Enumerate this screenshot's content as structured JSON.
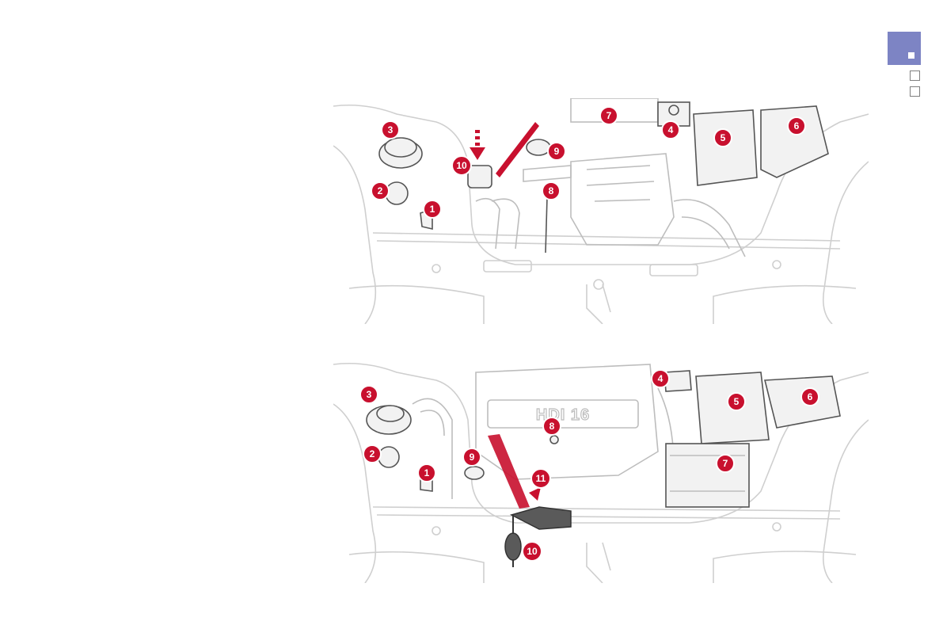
{
  "nav": {
    "tabs": [
      {
        "name": "active-section"
      },
      {
        "name": "section-2"
      },
      {
        "name": "section-3"
      }
    ],
    "accent_color": "#7d84c4"
  },
  "diagrams": [
    {
      "name": "engine-bay-petrol",
      "markers": [
        "1",
        "2",
        "3",
        "4",
        "5",
        "6",
        "7",
        "8",
        "9",
        "10"
      ]
    },
    {
      "name": "engine-bay-diesel",
      "engine_label": "HDI 16",
      "markers": [
        "1",
        "2",
        "3",
        "4",
        "5",
        "6",
        "7",
        "8",
        "9",
        "10",
        "11"
      ]
    }
  ],
  "marker_color": "#c8102e"
}
